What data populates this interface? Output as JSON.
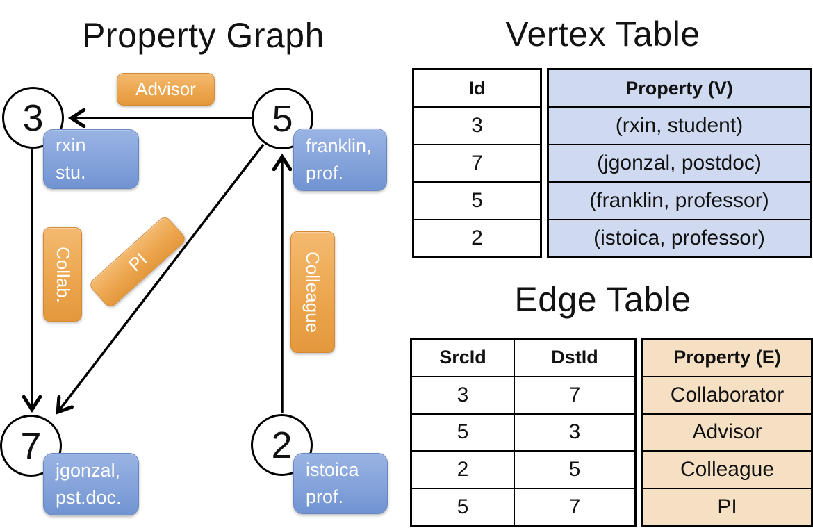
{
  "graph": {
    "title": "Property Graph",
    "vertices": {
      "v3": {
        "id": "3",
        "property_line1": "rxin",
        "property_line2": "stu."
      },
      "v5": {
        "id": "5",
        "property_line1": "franklin,",
        "property_line2": "prof."
      },
      "v7": {
        "id": "7",
        "property_line1": "jgonzal,",
        "property_line2": "pst.doc."
      },
      "v2": {
        "id": "2",
        "property_line1": "istoica",
        "property_line2": "prof."
      }
    },
    "edge_labels": {
      "advisor": "Advisor",
      "collab": "Collab.",
      "pi": "PI",
      "colleague": "Colleague"
    }
  },
  "vertex_table": {
    "title": "Vertex Table",
    "columns": {
      "id": "Id",
      "property": "Property (V)"
    },
    "rows": [
      {
        "id": "3",
        "property": "(rxin, student)"
      },
      {
        "id": "7",
        "property": "(jgonzal, postdoc)"
      },
      {
        "id": "5",
        "property": "(franklin, professor)"
      },
      {
        "id": "2",
        "property": "(istoica, professor)"
      }
    ]
  },
  "edge_table": {
    "title": "Edge Table",
    "columns": {
      "src": "SrcId",
      "dst": "DstId",
      "property": "Property (E)"
    },
    "rows": [
      {
        "src": "3",
        "dst": "7",
        "property": "Collaborator"
      },
      {
        "src": "5",
        "dst": "3",
        "property": "Advisor"
      },
      {
        "src": "2",
        "dst": "5",
        "property": "Colleague"
      },
      {
        "src": "5",
        "dst": "7",
        "property": "PI"
      }
    ]
  },
  "colors": {
    "vertex_property_fill": "#cfdaf1",
    "edge_property_fill": "#f6e0c4",
    "edge_label_orange": "#eca64f",
    "vertex_label_blue": "#84a3da",
    "line_black": "#000000"
  }
}
